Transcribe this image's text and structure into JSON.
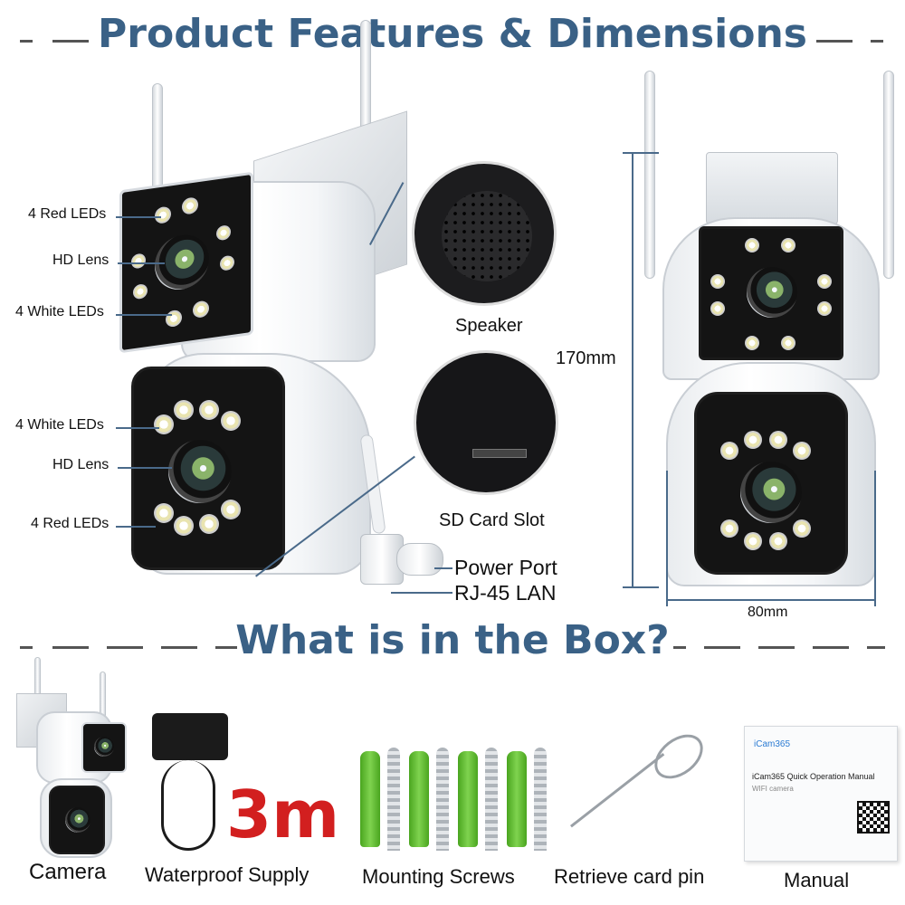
{
  "headings": {
    "features": "Product Features & Dimensions",
    "box": "What is in the Box?"
  },
  "left_camera_labels": {
    "red_leds_top": "4 Red LEDs",
    "hd_lens_top": "HD Lens",
    "white_leds_top": "4 White LEDs",
    "white_leds_bottom": "4 White LEDs",
    "hd_lens_bottom": "HD Lens",
    "red_leds_bottom": "4 Red LEDs"
  },
  "detail_labels": {
    "speaker": "Speaker",
    "sd_card": "SD Card Slot",
    "power_port": "Power Port",
    "rj45": "RJ-45 LAN"
  },
  "dimensions": {
    "height": "170mm",
    "width": "80mm"
  },
  "box_items": {
    "camera": "Camera",
    "supply": "Waterproof Supply",
    "supply_length": "3m",
    "screws": "Mounting Screws",
    "pin": "Retrieve card pin",
    "manual": "Manual"
  },
  "manual_card": {
    "brand": "iCam365",
    "title": "iCam365 Quick Operation Manual",
    "subtitle": "WIFI camera"
  },
  "colors": {
    "heading": "#3a6186",
    "leader": "#4a6a8a",
    "cable_red": "#d21f1f",
    "anchor_green": "#5fbf2f"
  }
}
